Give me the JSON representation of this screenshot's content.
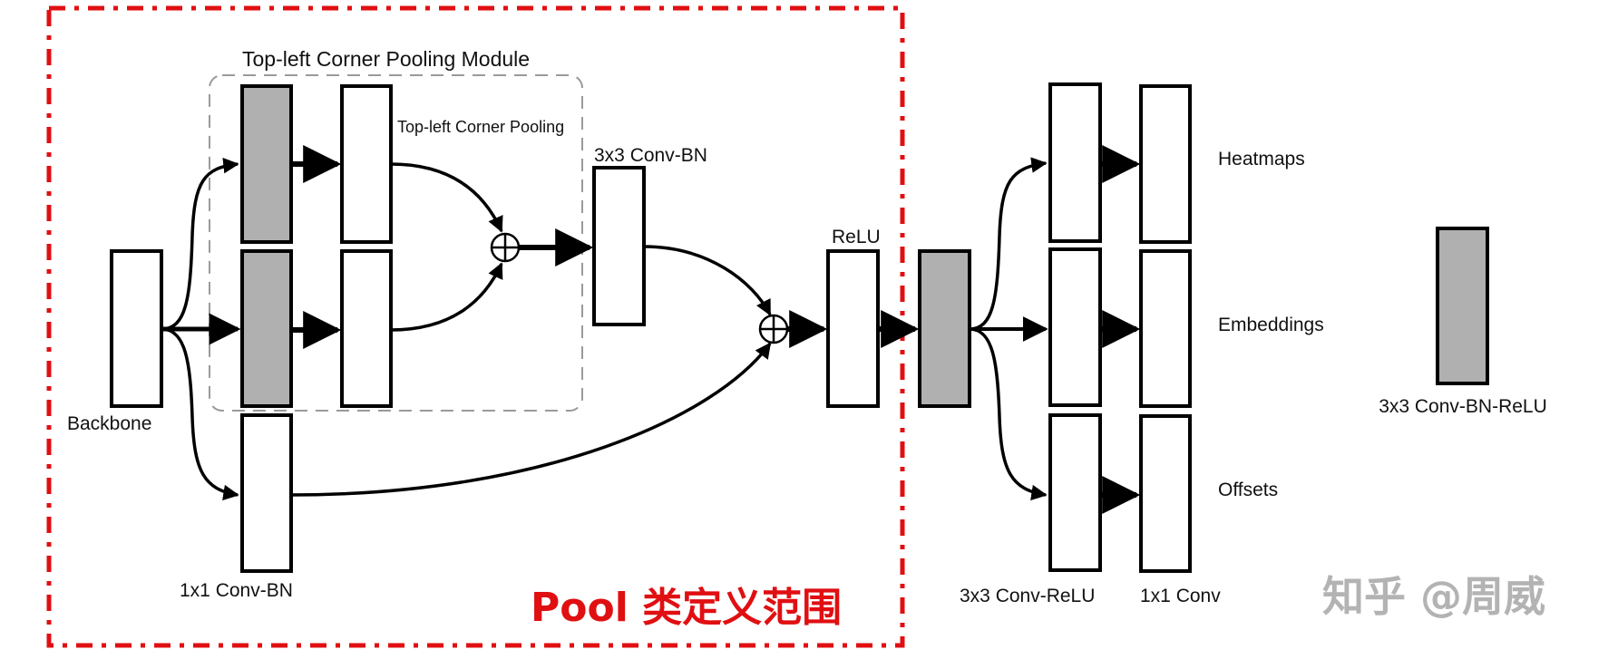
{
  "labels": {
    "module_title": "Top-left Corner Pooling Module",
    "corner_pooling": "Top-left Corner Pooling",
    "conv3_bn": "3x3 Conv-BN",
    "relu": "ReLU",
    "backbone": "Backbone",
    "conv1_bn": "1x1 Conv-BN",
    "heatmaps": "Heatmaps",
    "embeddings": "Embeddings",
    "offsets": "Offsets",
    "conv3_relu": "3x3 Conv-ReLU",
    "conv1": "1x1 Conv",
    "legend_gray": "3x3 Conv-BN-ReLU"
  },
  "annotation": {
    "pool_scope": "Pool 类定义范围",
    "pool_scope_color": "#e00f12"
  },
  "watermark": "知乎 @周威",
  "colors": {
    "gray_block": "#b0b0b0",
    "white_block": "#ffffff",
    "dashed_gray": "#999999"
  }
}
